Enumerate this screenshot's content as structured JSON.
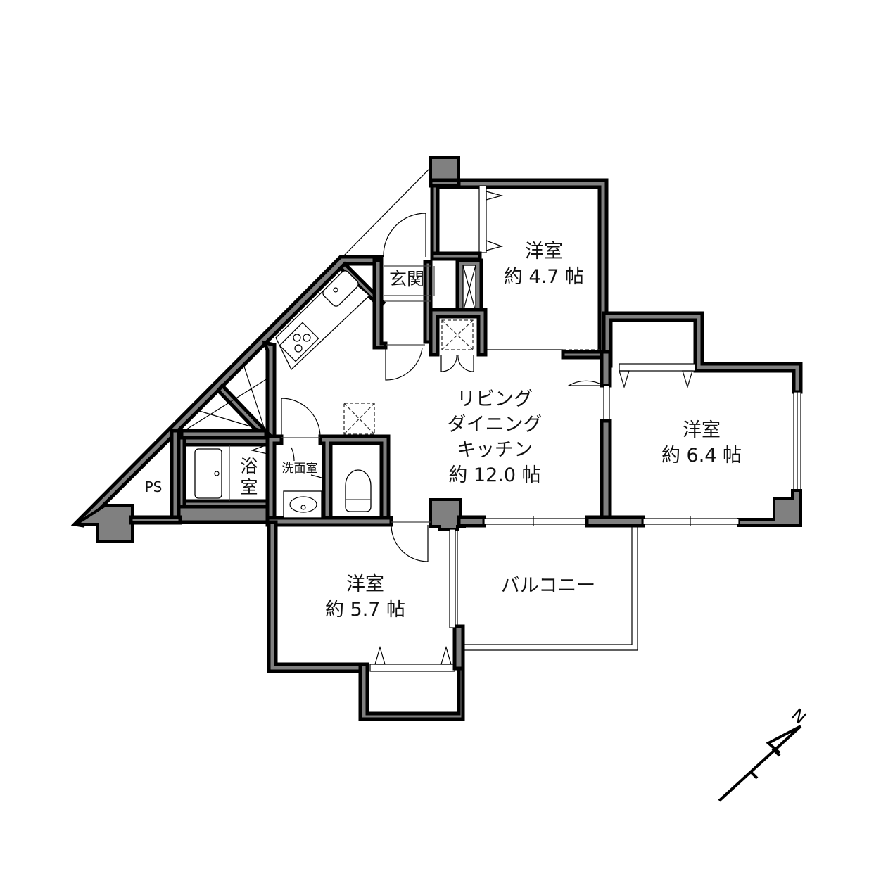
{
  "floorplan": {
    "rooms": {
      "western_room_1": {
        "name": "洋室",
        "area": "約 4.7 帖"
      },
      "western_room_2": {
        "name": "洋室",
        "area": "約 6.4 帖"
      },
      "western_room_3": {
        "name": "洋室",
        "area": "約 5.7 帖"
      },
      "ldk": {
        "line1": "リビング",
        "line2": "ダイニング",
        "line3": "キッチン",
        "area": "約 12.0 帖"
      },
      "entrance": {
        "name": "玄関"
      },
      "bathroom": {
        "name": "浴室"
      },
      "washroom": {
        "name": "洗面室"
      },
      "pipe_space": {
        "name": "PS"
      },
      "balcony": {
        "name": "バルコニー"
      }
    },
    "compass": {
      "label": "N",
      "direction_deg": 40
    },
    "colors": {
      "wall_fill": "#808080",
      "wall_outline": "#000000",
      "background": "#ffffff"
    }
  }
}
